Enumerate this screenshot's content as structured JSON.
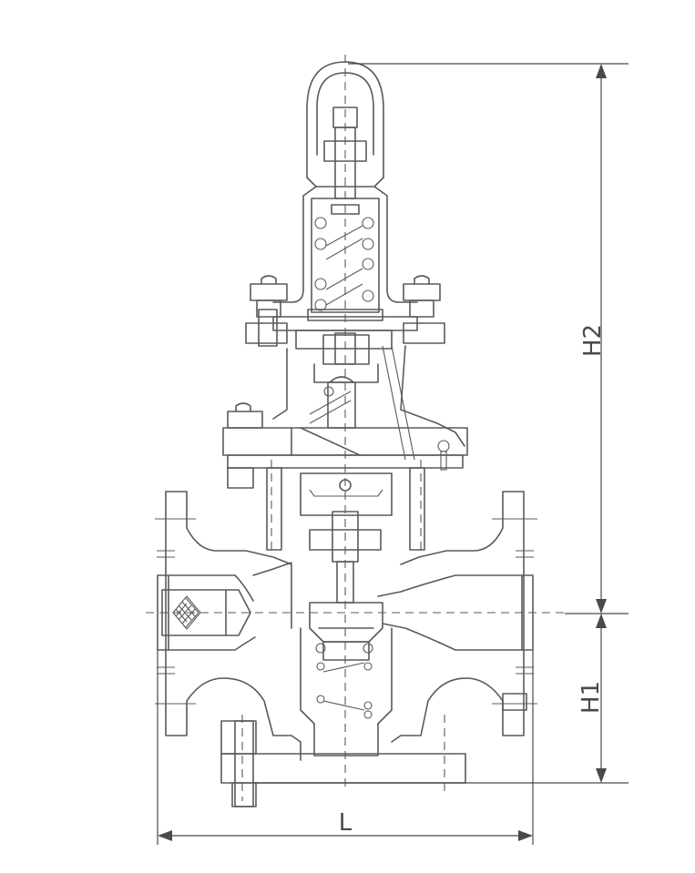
{
  "dimensions": {
    "h2_label": "H2",
    "h1_label": "H1",
    "l_label": "L"
  },
  "colors": {
    "line": "#5a5a5a",
    "background": "#ffffff"
  }
}
